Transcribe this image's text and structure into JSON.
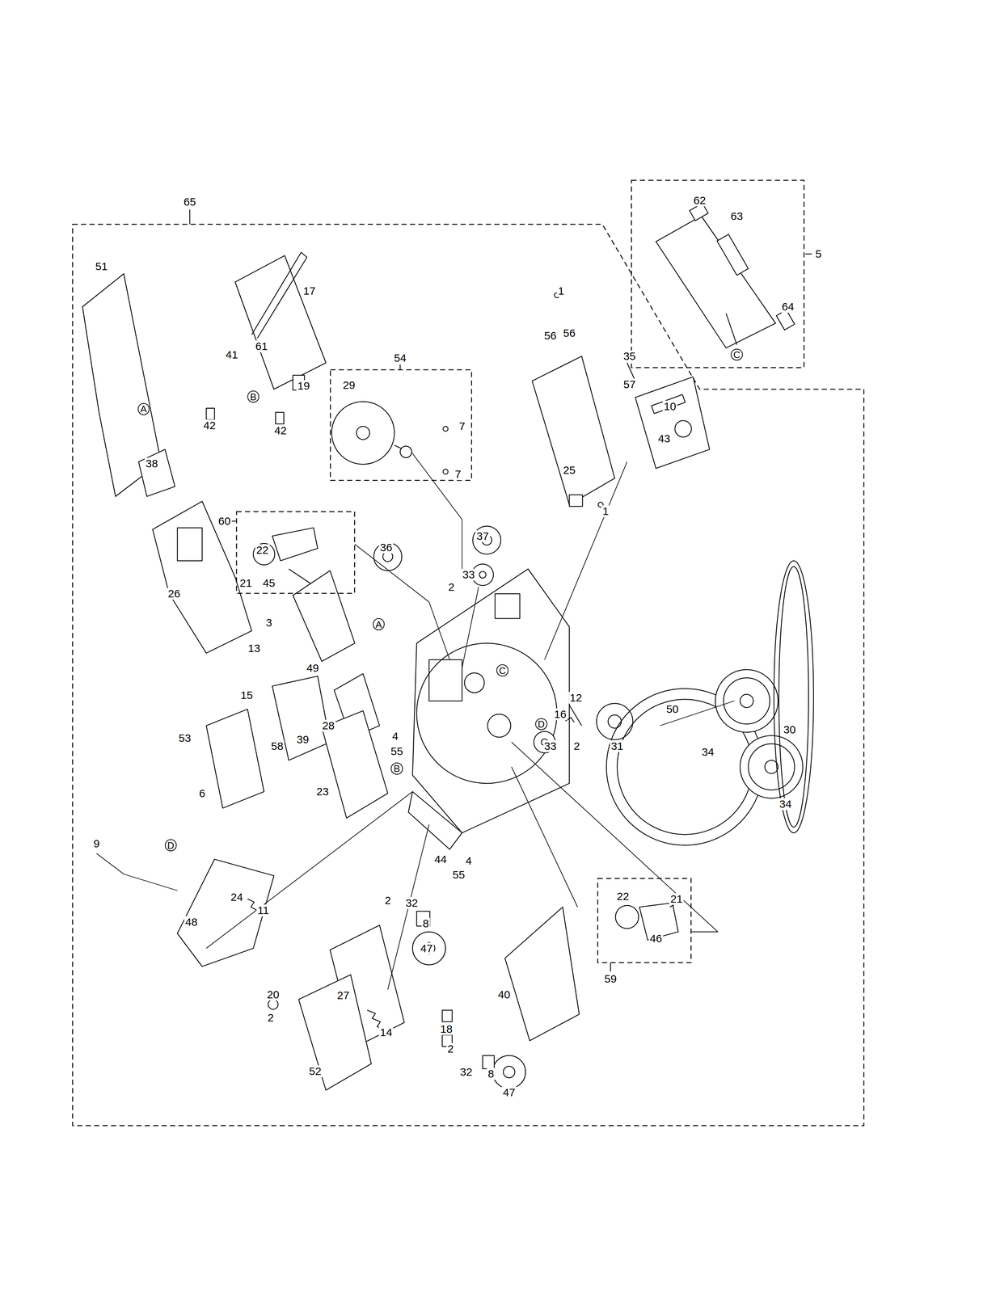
{
  "diagram": {
    "nodes": [
      {
        "text": [
          "65"
        ]
      },
      {
        "text": [
          "5"
        ]
      },
      {
        "text": [
          "54"
        ],
        "in": 0
      },
      {
        "text": [
          "60"
        ],
        "in": 0
      },
      {
        "text": [
          "59"
        ],
        "in": 0
      }
    ],
    "labels": [
      "62",
      "63",
      "64",
      "C",
      "51",
      "17",
      "1",
      "61",
      "41",
      "56",
      "56",
      "35",
      "57",
      "29",
      "19",
      "B",
      "10",
      "A",
      "42",
      "7",
      "42",
      "43",
      "38",
      "25",
      "7",
      "1",
      "37",
      "36",
      "22",
      "33",
      "45",
      "21",
      "2",
      "26",
      "3",
      "A",
      "13",
      "49",
      "C",
      "15",
      "12",
      "50",
      "16",
      "D",
      "28",
      "4",
      "53",
      "39",
      "58",
      "33",
      "2",
      "31",
      "55",
      "34",
      "30",
      "B",
      "23",
      "6",
      "34",
      "9",
      "D",
      "44",
      "4",
      "55",
      "22",
      "24",
      "21",
      "2",
      "32",
      "11",
      "48",
      "8",
      "46",
      "47",
      "20",
      "27",
      "40",
      "2",
      "18",
      "14",
      "2",
      "32",
      "8",
      "52",
      "47"
    ]
  }
}
